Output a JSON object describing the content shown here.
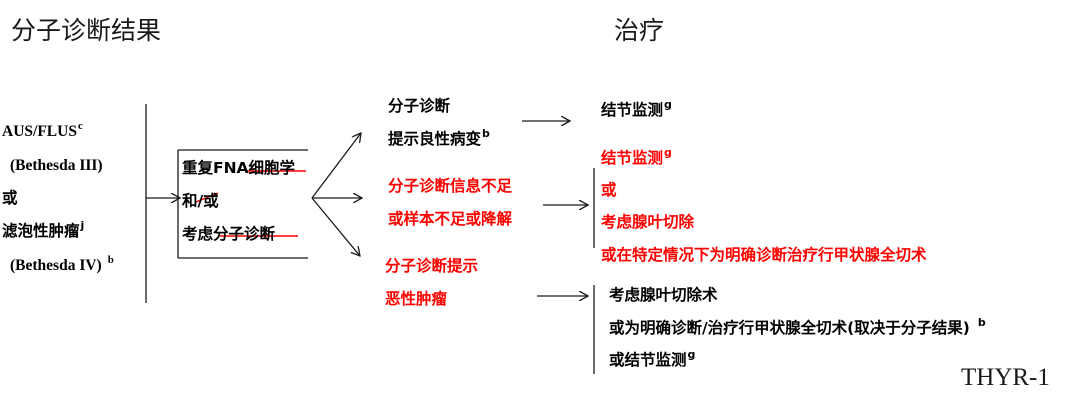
{
  "headers": {
    "left": "分子诊断结果",
    "right": "治疗"
  },
  "entry": {
    "line1": "AUS/FLUS",
    "line1_sup": "c",
    "line2": "(Bethesda III)",
    "line3": "或",
    "line4": "滤泡性肿瘤",
    "line4_sup": "j",
    "line5": "(Bethesda IV)",
    "line5_sup": "b"
  },
  "middle": {
    "line1": "重复FNA细胞学",
    "line2": "和/或",
    "line3": "考虑分子诊断"
  },
  "outcomes": {
    "benign": {
      "line1": "分子诊断",
      "line2": "提示良性病变",
      "sup": "b"
    },
    "insufficient": {
      "line1": "分子诊断信息不足",
      "line2": "或样本不足或降解"
    },
    "malignant": {
      "line1": "分子诊断提示",
      "line2": "恶性肿瘤"
    }
  },
  "treatments": {
    "benign": {
      "line1": "结节监测",
      "sup": "g"
    },
    "insufficient": {
      "line1": "结节监测",
      "line1_sup": "g",
      "line2": "或",
      "line3": "考虑腺叶切除",
      "line4": "或在特定情况下为明确诊断治疗行甲状腺全切术"
    },
    "malignant": {
      "line1": "考虑腺叶切除术",
      "line2": "或为明确诊断/治疗行甲状腺全切术(取决于分子结果)",
      "line2_sup": "b",
      "line3": "或结节监测",
      "line3_sup": "g"
    }
  },
  "footer": {
    "code": "THYR-1"
  },
  "colors": {
    "text": "#000000",
    "highlight": "#ff0000"
  }
}
